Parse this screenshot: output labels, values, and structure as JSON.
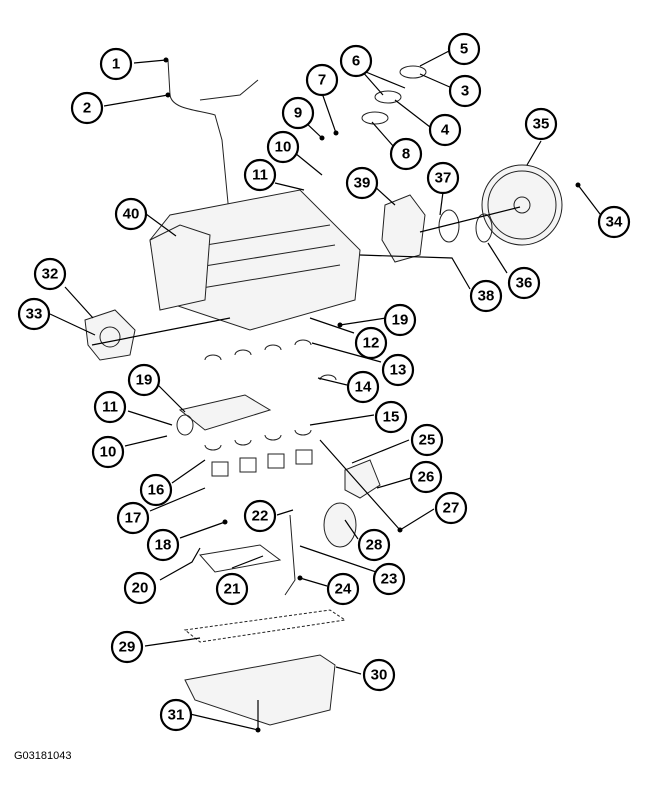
{
  "figure_id": "G03181043",
  "callouts": [
    "1",
    "2",
    "3",
    "4",
    "5",
    "6",
    "7",
    "8",
    "9",
    "10",
    "11",
    "12",
    "13",
    "14",
    "15",
    "16",
    "17",
    "18",
    "19",
    "20",
    "21",
    "22",
    "23",
    "24",
    "25",
    "26",
    "27",
    "28",
    "29",
    "30",
    "31",
    "32",
    "33",
    "34",
    "35",
    "36",
    "37",
    "38",
    "39",
    "40",
    "19",
    "11",
    "10"
  ],
  "colors": {
    "ink": "#000000",
    "paper": "#ffffff"
  }
}
